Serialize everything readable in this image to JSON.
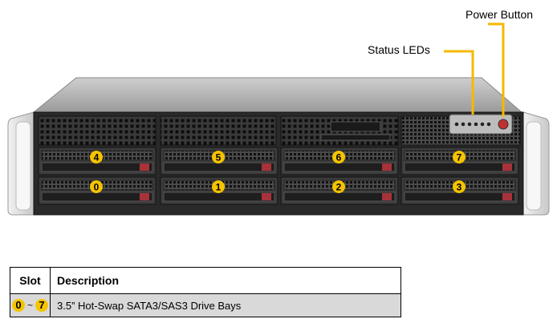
{
  "callouts": {
    "power_button": "Power Button",
    "status_leds": "Status LEDs"
  },
  "drive_bays": [
    {
      "label": "4"
    },
    {
      "label": "5"
    },
    {
      "label": "6"
    },
    {
      "label": "7"
    },
    {
      "label": "0"
    },
    {
      "label": "1"
    },
    {
      "label": "2"
    },
    {
      "label": "3"
    }
  ],
  "table": {
    "headers": {
      "slot": "Slot",
      "description": "Description"
    },
    "rows": [
      {
        "slot_start": "0",
        "slot_sep": "~",
        "slot_end": "7",
        "description": "3.5” Hot-Swap SATA3/SAS3 Drive Bays"
      }
    ]
  },
  "colors": {
    "badge": "#f5c400",
    "callout_line": "#f5b800",
    "chassis": "#2a2a2a",
    "rack_ear": "#e6e6e6",
    "table_row_bg": "#d9d9d9"
  }
}
